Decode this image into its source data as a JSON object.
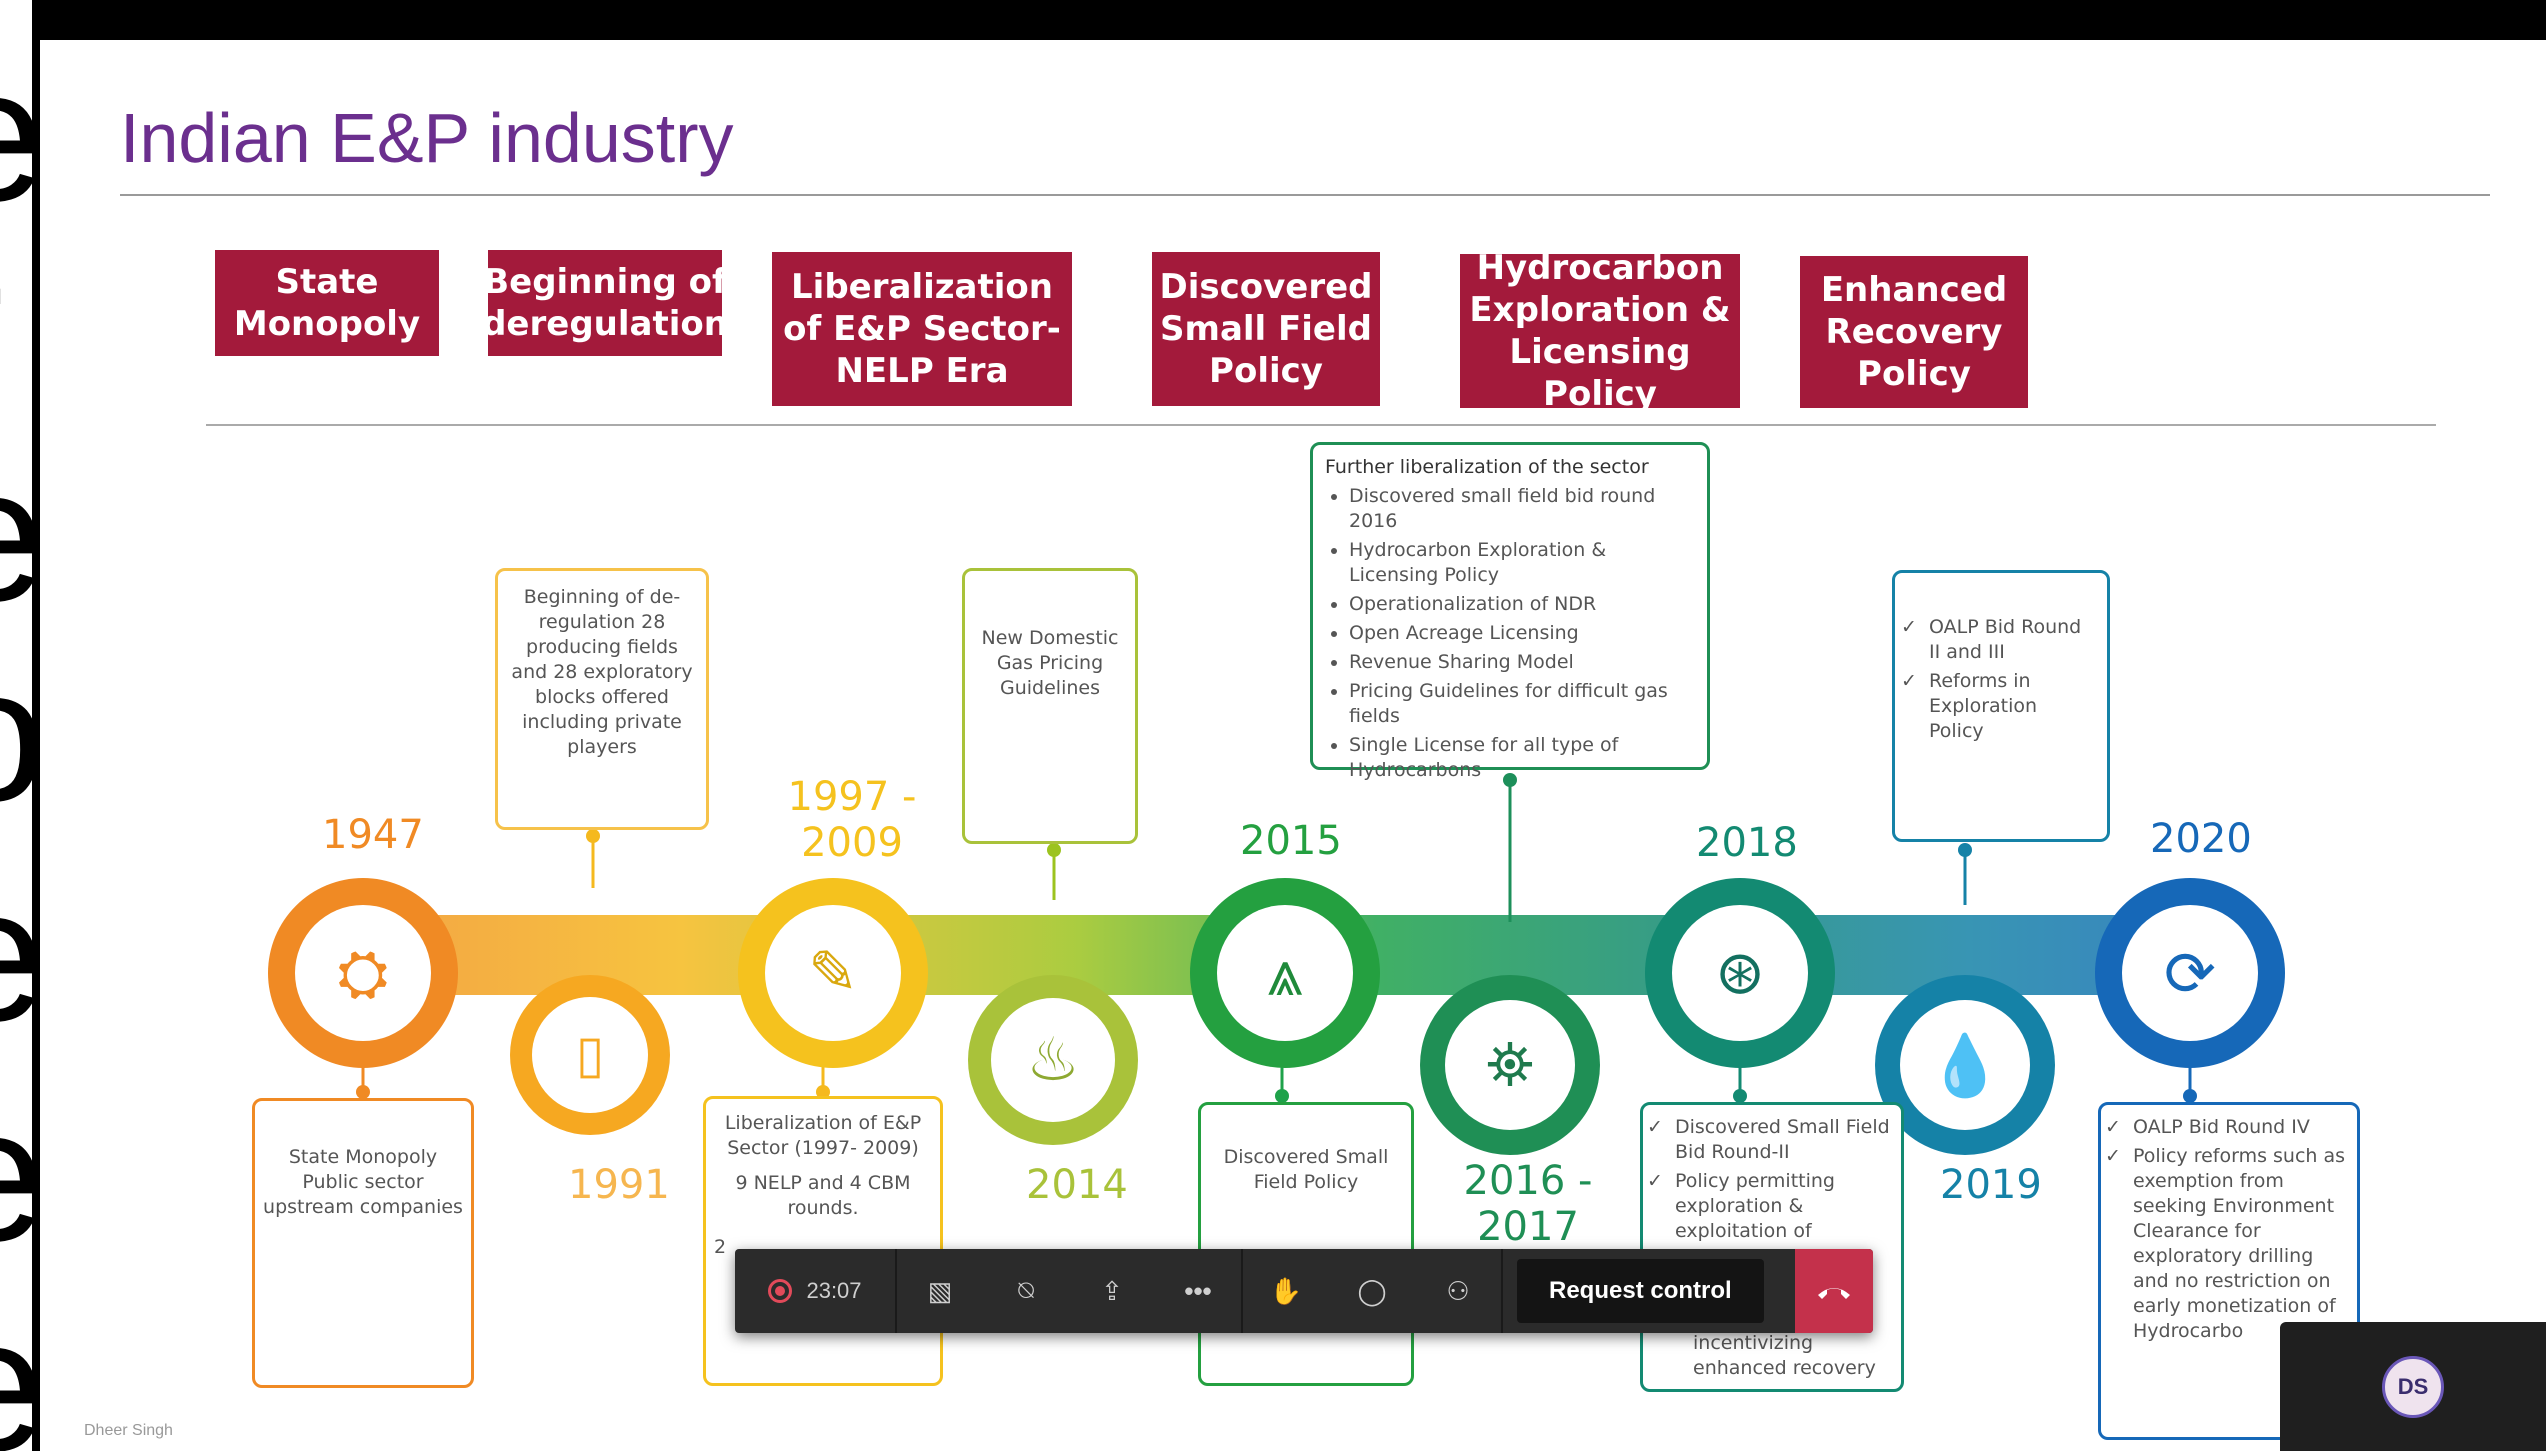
{
  "edge_letters": [
    "e",
    "r",
    "e",
    "o",
    "e",
    "e",
    "e"
  ],
  "slide": {
    "title": "Indian E&P industry",
    "phases": [
      "State Monopoly",
      "Beginning of deregulation",
      "Liberalization of E&P Sector- NELP Era",
      "Discovered Small Field Policy",
      "Hydrocarbon Exploration & Licensing Policy",
      "Enhanced Recovery Policy"
    ],
    "years": {
      "y1947": "1947",
      "y1991": "1991",
      "y1997": "1997 - 2009",
      "y2014": "2014",
      "y2015": "2015",
      "y2016": "2016 - 2017",
      "y2018": "2018",
      "y2019": "2019",
      "y2020": "2020"
    },
    "boxes": {
      "b1991": "Beginning of de-regulation 28 producing fields and 28 exploratory blocks offered including private players",
      "b2014": "New Domestic Gas Pricing Guidelines",
      "b1947": "State Monopoly Public sector upstream companies",
      "b1997_a": "Liberalization of E&P Sector (1997- 2009)",
      "b1997_b": "9 NELP and 4 CBM rounds.",
      "b1997_c": "2",
      "b2015": "Discovered Small Field Policy",
      "b2016_head": "Further liberalization of the sector",
      "b2016_items": [
        "Discovered small field bid round 2016",
        "Hydrocarbon Exploration & Licensing Policy",
        "Operationalization of NDR",
        "Open Acreage Licensing",
        "Revenue Sharing Model",
        "Pricing Guidelines for difficult gas fields",
        "Single License for all type of Hydrocarbons"
      ],
      "b2019_items": [
        "OALP Bid Round II and III",
        "Reforms in Exploration Policy"
      ],
      "b2018_items": [
        "Discovered Small Field Bid Round-II",
        "Policy permitting exploration & exploitation of"
      ],
      "b2018_tail": "incentivizing enhanced recovery",
      "b2020_items": [
        "OALP Bid Round IV",
        "Policy reforms such as exemption from seeking Environment Clearance for exploratory drilling and no restriction on early monetization of Hydrocarbo"
      ]
    },
    "presenter_name": "Dheer Singh"
  },
  "call_toolbar": {
    "timer": "23:07",
    "request_control_label": "Request control",
    "more_label": "•••"
  },
  "participant": {
    "initials": "DS"
  },
  "colors": {
    "phase_bg": "#a31a3b",
    "title": "#6b2f8e",
    "end_call": "#c4314b"
  }
}
